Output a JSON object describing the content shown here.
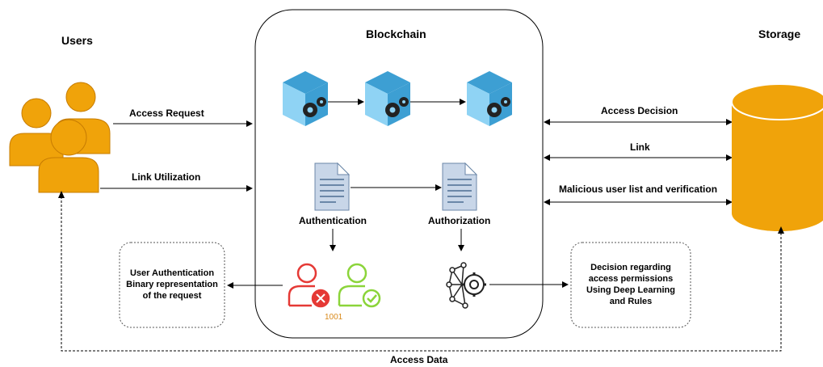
{
  "titles": {
    "users": "Users",
    "blockchain": "Blockchain",
    "storage": "Storage"
  },
  "arrows": {
    "access_request": "Access Request",
    "link_utilization": "Link Utilization",
    "access_decision": "Access Decision",
    "link": "Link",
    "malicious_list": "Malicious user list and verification",
    "access_data": "Access Data"
  },
  "documents": {
    "authentication": "Authentication",
    "authorization": "Authorization"
  },
  "left_box": {
    "line1": "User Authentication",
    "line2": "Binary representation",
    "line3": "of the request"
  },
  "right_box": {
    "line1": "Decision regarding",
    "line2": "access permissions",
    "line3": "Using Deep Learning",
    "line4": "and Rules"
  },
  "binary_code": "1001",
  "colors": {
    "user_orange": "#f0a30a",
    "user_stroke": "#c77c02",
    "cube_blue": "#3d9fd3",
    "cube_light": "#8fd3f4",
    "deny_red": "#e53935",
    "allow_green": "#8bd43a",
    "code_orange": "#d98a1c"
  }
}
